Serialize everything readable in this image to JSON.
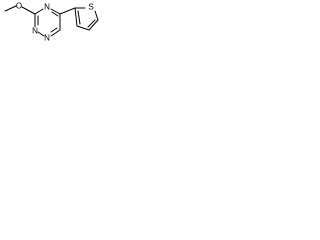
{
  "molecule": {
    "atoms": {
      "oxygen": "O",
      "nitrogen_top": "N",
      "nitrogen_left_1": "N",
      "nitrogen_left_2": "N",
      "sulfur": "S"
    }
  }
}
